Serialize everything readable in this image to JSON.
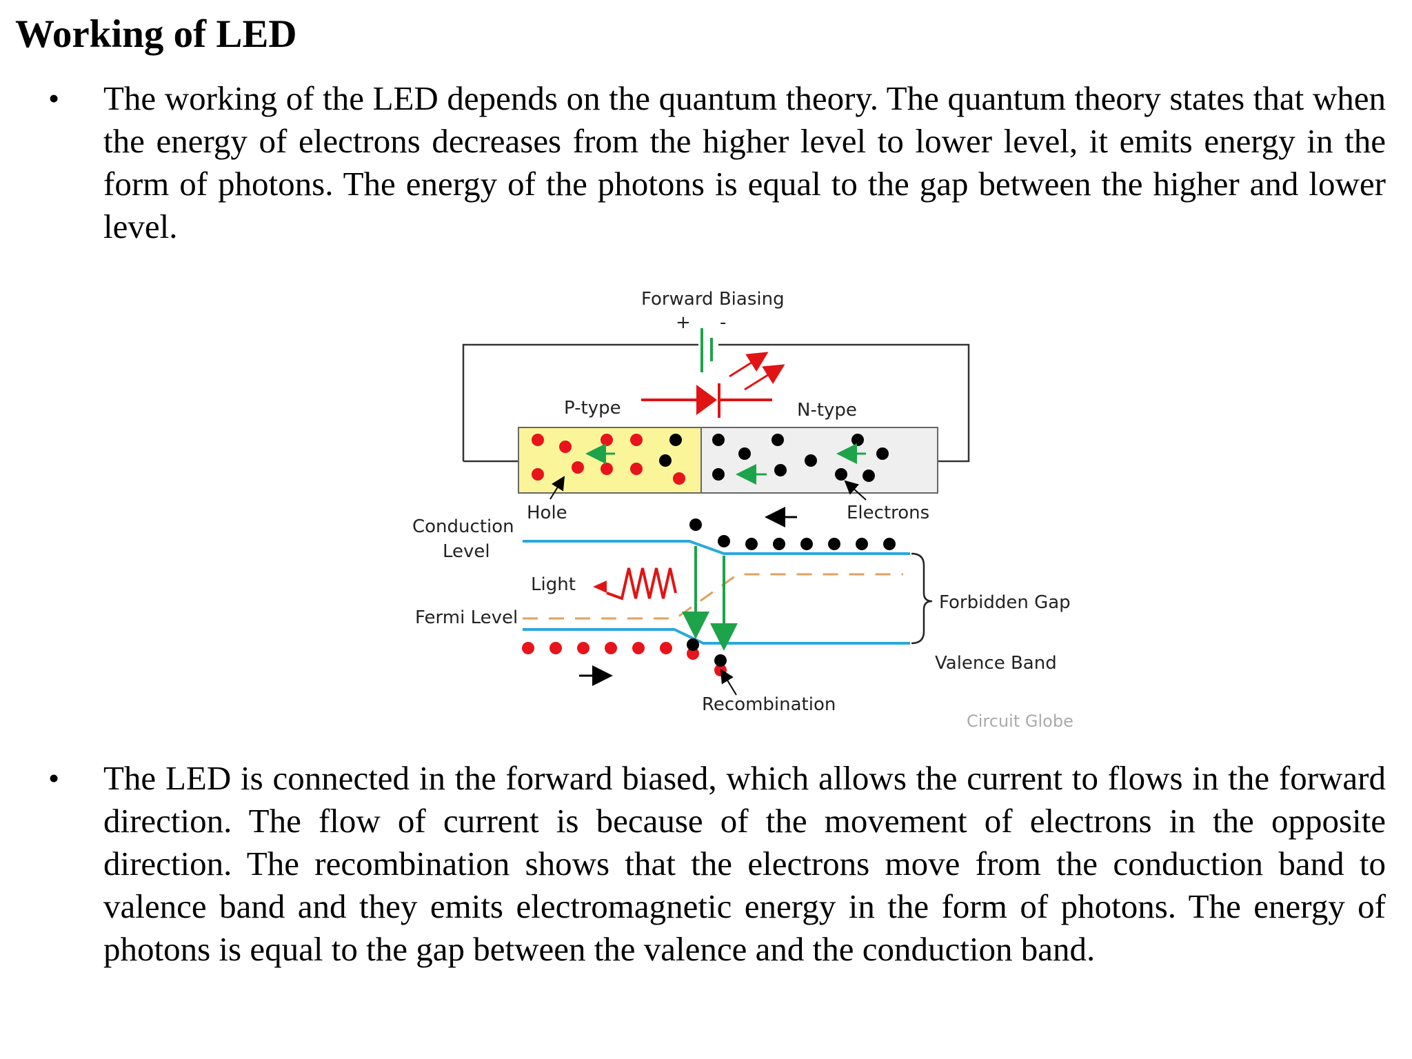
{
  "title": "Working of LED",
  "bullets": [
    {
      "marker": "•",
      "text": "The working of the LED depends on the quantum theory. The quantum theory states that when the energy of electrons decreases from the higher level to lower level, it emits energy in the form of photons. The energy of the photons is equal to the gap between the higher and lower level."
    },
    {
      "marker": "•",
      "text": "The LED is connected in the forward biased, which allows the current to flows in the forward direction. The flow of current is because of the movement of electrons in the opposite direction. The recombination shows that the electrons move from the conduction band to valence band and they emits electromagnetic energy in the form of photons. The energy of photons is equal to the gap between the valence and the conduction band."
    }
  ],
  "diagram": {
    "labels": {
      "forward_biasing": "Forward Biasing",
      "plus": "+",
      "minus": "-",
      "p_type": "P-type",
      "n_type": "N-type",
      "hole": "Hole",
      "electrons": "Electrons",
      "conduction_level_1": "Conduction",
      "conduction_level_2": "Level",
      "light": "Light",
      "fermi_level": "Fermi Level",
      "forbidden_gap": "Forbidden Gap",
      "valence_band": "Valence Band",
      "recombination": "Recombination",
      "watermark": "Circuit Globe"
    },
    "colors": {
      "p_region": "#fbf59a",
      "n_region": "#efefef",
      "hole": "#e8131b",
      "electron": "#000000",
      "band_line": "#29a8dc",
      "fermi_line": "#e0a060",
      "green_arrow": "#1da34a",
      "led_red": "#e01414"
    }
  }
}
